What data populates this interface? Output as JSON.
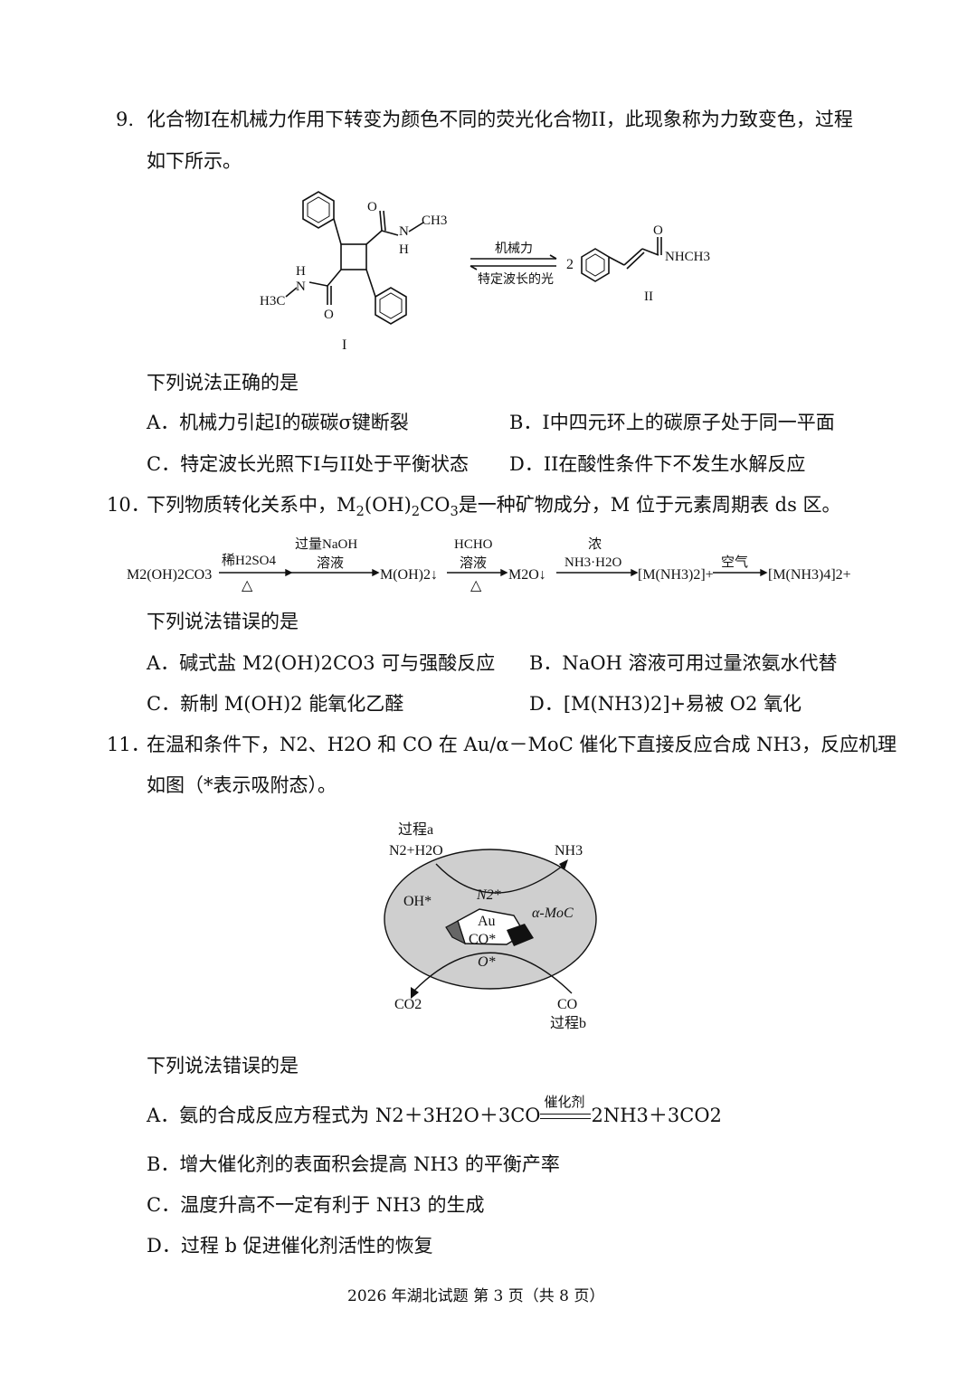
{
  "q9": {
    "num": "9.",
    "stem_1": "化合物I在机械力作用下转变为颜色不同的荧光化合物II，此现象称为力致变色，过程",
    "stem_2": "如下所示。",
    "scheme": {
      "label_I": "I",
      "label_II": "II",
      "coef": "2",
      "arrow_top": "机械力",
      "arrow_bottom": "特定波长的光",
      "nh_ch3": "NHCH3",
      "ch3": "CH3",
      "h3c": "H3C",
      "n": "N",
      "h": "H",
      "o": "O"
    },
    "prompt": "下列说法正确的是",
    "A": "A．机械力引起I的碳碳σ键断裂",
    "B": "B．I中四元环上的碳原子处于同一平面",
    "C": "C．特定波长光照下I与II处于平衡状态",
    "D": "D．II在酸性条件下不发生水解反应"
  },
  "q10": {
    "num": "10．",
    "stem_a": "下列物质转化关系中，M",
    "stem_b": "(OH)",
    "stem_c": "CO",
    "stem_d": "是一种矿物成分，M 位于元素周期表 ds 区。",
    "chain": {
      "s1": "M2(OH)2CO3",
      "r1_top": "稀H2SO4",
      "r1_bottom": "△",
      "r2_top": "过量NaOH",
      "r2_bottom": "溶液",
      "s2": "M(OH)2↓",
      "r3_top": "HCHO",
      "r3_mid": "溶液",
      "r3_bottom": "△",
      "s3": "M2O↓",
      "r4_top": "浓",
      "r4_mid": "NH3·H2O",
      "s4": "[M(NH3)2]+",
      "r5_top": "空气",
      "s5": "[M(NH3)4]2+"
    },
    "prompt": "下列说法错误的是",
    "A": "A．碱式盐 M2(OH)2CO3 可与强酸反应",
    "B": "B．NaOH 溶液可用过量浓氨水代替",
    "C": "C．新制 M(OH)2 能氧化乙醛",
    "D": "D．[M(NH3)2]+易被 O2 氧化"
  },
  "q11": {
    "num": "11．",
    "stem_1": "在温和条件下，N2、H2O 和 CO 在 Au/α－MoC 催化下直接反应合成 NH3，反应机理",
    "stem_2": "如图（*表示吸附态）。",
    "diagram": {
      "process_a": "过程a",
      "n2_h2o": "N2+H2O",
      "nh3": "NH3",
      "oh": "OH*",
      "n2star": "N2*",
      "au": "Au",
      "co_star": "CO*",
      "moc": "α-MoC",
      "o_star": "O*",
      "co2": "CO2",
      "co": "CO",
      "process_b": "过程b"
    },
    "prompt": "下列说法错误的是",
    "A_pre": "A．氨的合成反应方程式为 N2＋3H2O＋3CO",
    "A_cat": "催化剂",
    "A_post": "2NH3＋3CO2",
    "B": "B．增大催化剂的表面积会提高 NH3 的平衡产率",
    "C": "C．温度升高不一定有利于 NH3 的生成",
    "D": "D．过程 b 促进催化剂活性的恢复"
  },
  "footer": "2026 年湖北试题  第 3 页（共 8 页）"
}
